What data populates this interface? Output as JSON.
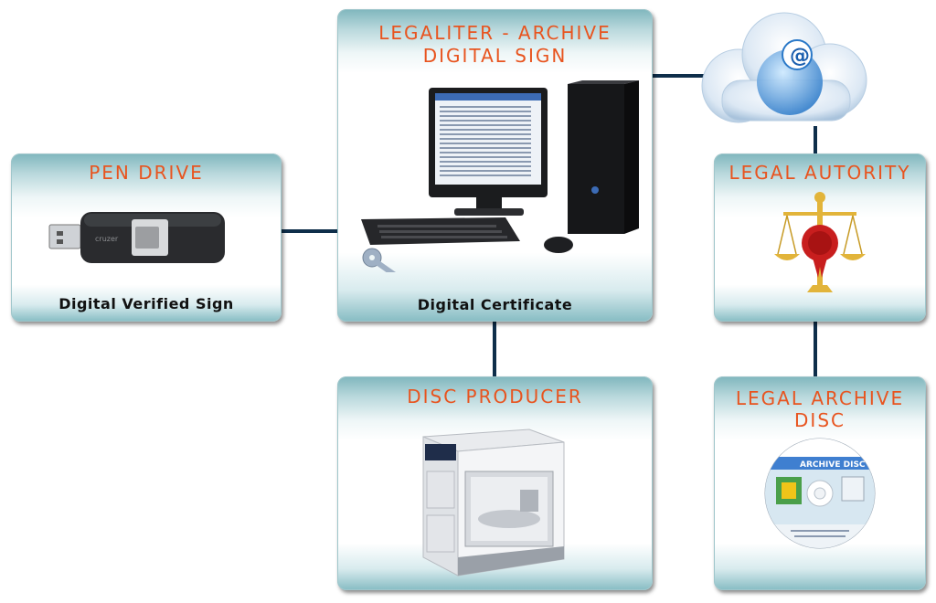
{
  "colors": {
    "title": "#e8541f",
    "connector": "#0e2e4a",
    "panel_edge": "#86bcc3"
  },
  "nodes": {
    "pen_drive": {
      "title": "PEN DRIVE",
      "label": "Digital Verified Sign",
      "icon": "usb-drive-icon"
    },
    "archive": {
      "title_line1": "LEGALITER - ARCHIVE",
      "title_line2": "DIGITAL SIGN",
      "label": "Digital Certificate",
      "icon": "desktop-computer-icon"
    },
    "cloud": {
      "icon": "cloud-internet-icon",
      "symbol": "@"
    },
    "authority": {
      "title": "LEGAL AUTORITY",
      "icon": "scales-seal-icon"
    },
    "disc_producer": {
      "title": "DISC PRODUCER",
      "icon": "disc-printer-icon"
    },
    "archive_disc": {
      "title_line1": "LEGAL ARCHIVE",
      "title_line2": "DISC",
      "icon": "archive-disc-icon",
      "disc_label": "ARCHIVE DISC"
    }
  },
  "edges": [
    {
      "from": "pen_drive",
      "to": "archive"
    },
    {
      "from": "archive",
      "to": "cloud"
    },
    {
      "from": "cloud",
      "to": "authority"
    },
    {
      "from": "archive",
      "to": "disc_producer"
    },
    {
      "from": "authority",
      "to": "archive_disc"
    }
  ]
}
